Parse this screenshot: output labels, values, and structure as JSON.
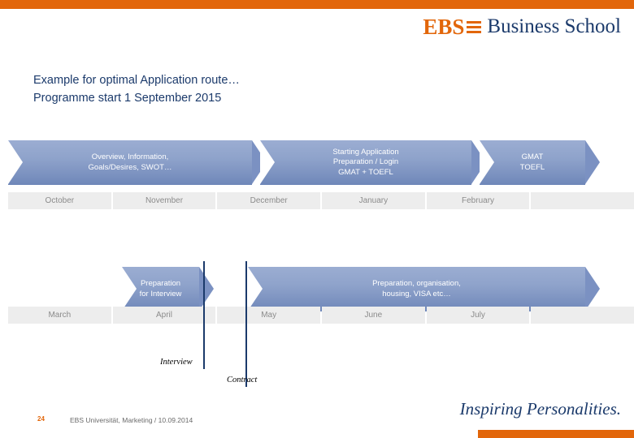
{
  "brand": {
    "logo_abbrev": "EBS",
    "logo_name": "Business School",
    "accent_color": "#e2660a",
    "navy_color": "#1b3a6b",
    "band_color": "#7b91c2"
  },
  "title": {
    "line1": "Example for optimal Application route…",
    "line2": "Programme start 1 September 2015"
  },
  "timeline": {
    "row1": {
      "months": [
        "October",
        "November",
        "December",
        "January",
        "February",
        ""
      ],
      "bands": [
        {
          "text": "Overview, Information,\nGoals/Desires, SWOT…"
        },
        {
          "text": "Starting Application\nPreparation / Login\nGMAT + TOEFL"
        },
        {
          "text": "GMAT\nTOEFL"
        }
      ]
    },
    "row2": {
      "months": [
        "March",
        "April",
        "May",
        "June",
        "July",
        ""
      ],
      "bands": [
        {
          "text": "Preparation\nfor Interview"
        },
        {
          "text": "Preparation, organisation,\nhousing, VISA etc…"
        }
      ],
      "markers": [
        {
          "label": "Interview"
        },
        {
          "label": "Contract"
        }
      ]
    }
  },
  "footer": {
    "page_number": "24",
    "source": "EBS Universität, Marketing / 10.09.2014",
    "tagline": "Inspiring Personalities."
  }
}
